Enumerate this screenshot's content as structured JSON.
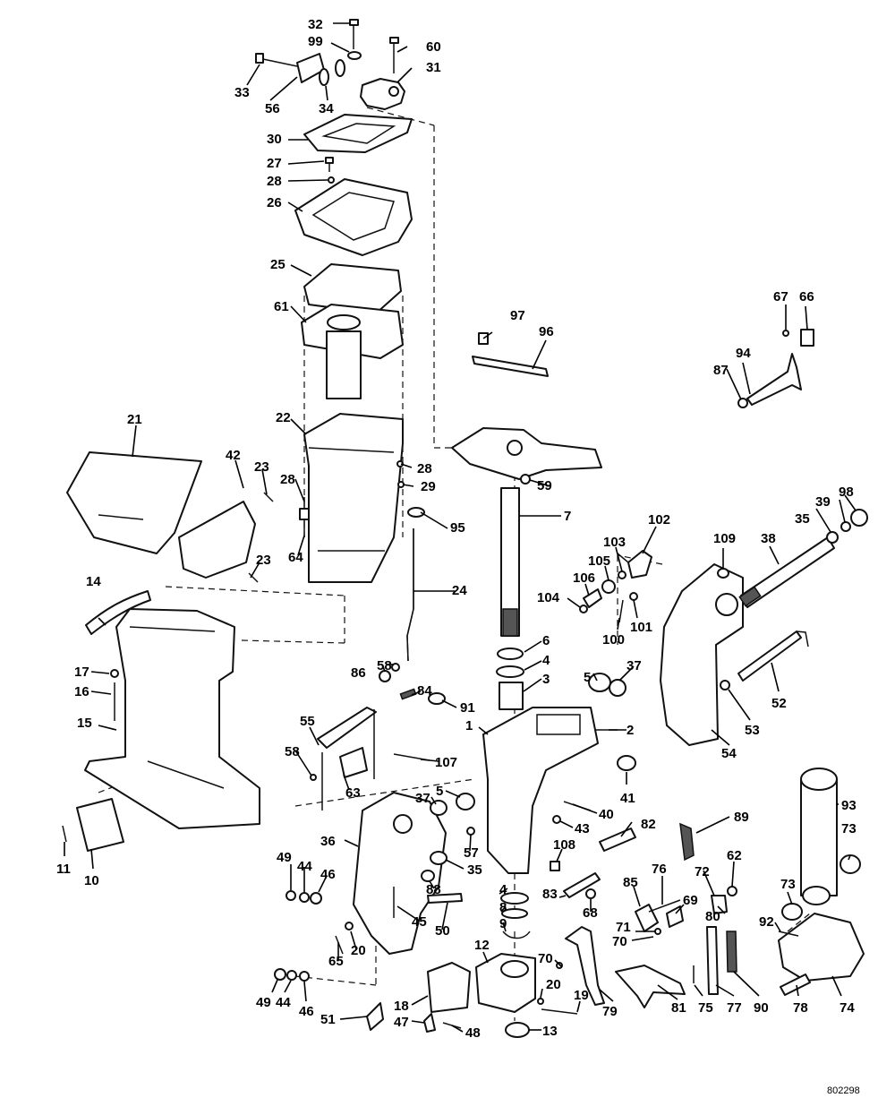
{
  "figure_code": "802298",
  "callouts": [
    "1",
    "2",
    "3",
    "4",
    "4",
    "5",
    "5",
    "6",
    "7",
    "8",
    "9",
    "10",
    "11",
    "12",
    "13",
    "14",
    "15",
    "16",
    "17",
    "18",
    "19",
    "20",
    "20",
    "21",
    "22",
    "23",
    "23",
    "24",
    "25",
    "26",
    "27",
    "28",
    "28",
    "28",
    "29",
    "30",
    "31",
    "32",
    "33",
    "34",
    "35",
    "35",
    "36",
    "37",
    "37",
    "38",
    "39",
    "40",
    "41",
    "42",
    "43",
    "44",
    "44",
    "45",
    "46",
    "46",
    "47",
    "48",
    "49",
    "49",
    "50",
    "51",
    "52",
    "53",
    "54",
    "55",
    "56",
    "57",
    "58",
    "58",
    "59",
    "60",
    "61",
    "62",
    "63",
    "64",
    "65",
    "66",
    "67",
    "68",
    "69",
    "70",
    "70",
    "71",
    "72",
    "73",
    "73",
    "74",
    "75",
    "76",
    "77",
    "78",
    "79",
    "80",
    "81",
    "82",
    "83",
    "84",
    "85",
    "86",
    "87",
    "88",
    "89",
    "90",
    "91",
    "92",
    "93",
    "94",
    "95",
    "96",
    "97",
    "98",
    "99",
    "100",
    "101",
    "102",
    "103",
    "104",
    "105",
    "106",
    "107",
    "108",
    "109"
  ]
}
